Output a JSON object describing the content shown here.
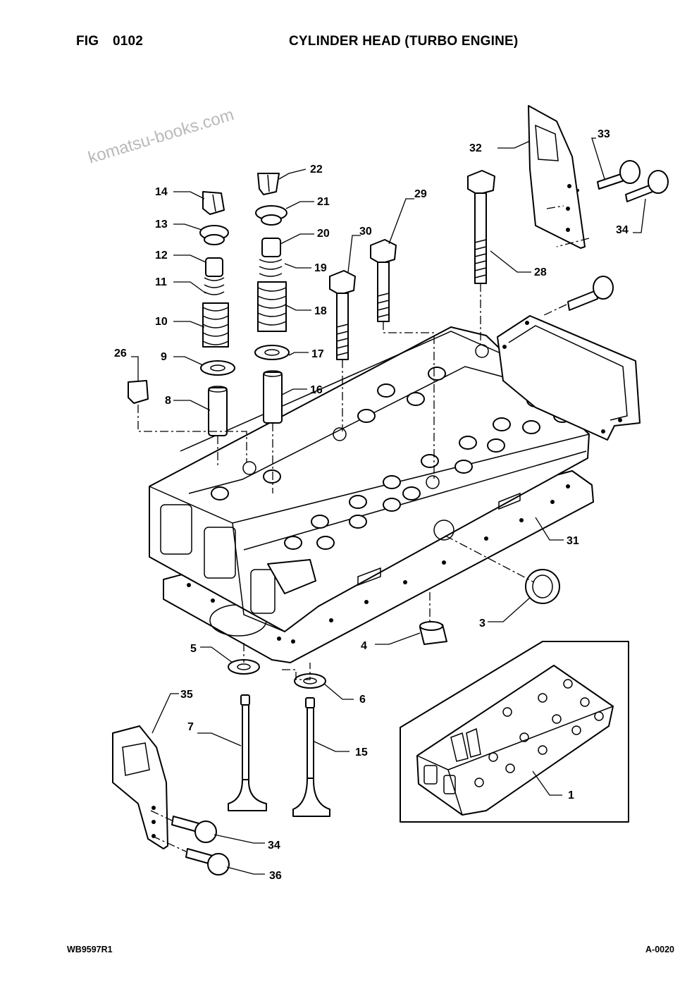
{
  "header": {
    "fig_label": "FIG",
    "fig_number": "0102",
    "title": "CYLINDER HEAD (TURBO ENGINE)"
  },
  "footer": {
    "doc_code": "WB9597R1",
    "page_code": "A-0020"
  },
  "watermark": {
    "text": "komatsu-books.com"
  },
  "parts": {
    "p1": "1",
    "p3": "3",
    "p4": "4",
    "p5": "5",
    "p6": "6",
    "p7": "7",
    "p8": "8",
    "p9": "9",
    "p10": "10",
    "p11": "11",
    "p12": "12",
    "p13": "13",
    "p14": "14",
    "p15": "15",
    "p16": "16",
    "p17": "17",
    "p18": "18",
    "p19": "19",
    "p20": "20",
    "p21": "21",
    "p22": "22",
    "p26": "26",
    "p28": "28",
    "p29": "29",
    "p30": "30",
    "p31": "31",
    "p32": "32",
    "p33": "33",
    "p34a": "34",
    "p34b": "34",
    "p35": "35",
    "p36": "36"
  }
}
